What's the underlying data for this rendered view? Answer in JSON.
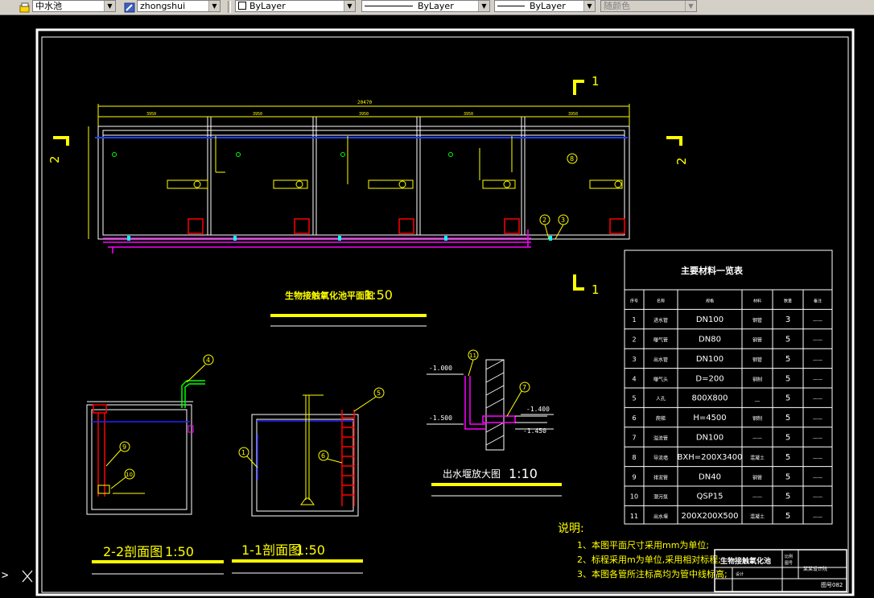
{
  "toolbar": {
    "layer_combo": {
      "value": "中水池"
    },
    "layer_filter_combo": {
      "value": "zhongshui"
    },
    "color_combo": {
      "value": "ByLayer"
    },
    "linetype_combo": {
      "value": "ByLayer"
    },
    "lineweight_combo": {
      "value": "ByLayer"
    },
    "plotstyle_combo": {
      "value": "随颜色"
    }
  },
  "command_line": {
    "prompt": ">"
  },
  "drawing": {
    "section_marks": {
      "left": "2",
      "right": "2",
      "top": "1",
      "bottom": "1"
    },
    "plan": {
      "title": "生物接触氧化池平面图",
      "scale": "1:50",
      "overall_dim": "20470",
      "bay_dims": [
        "3950",
        "3950",
        "3950",
        "3950",
        "3950"
      ],
      "callouts": [
        "8",
        "2",
        "3"
      ]
    },
    "section_22": {
      "title": "2-2剖面图",
      "scale": "1:50",
      "callouts": [
        "4",
        "9",
        "10"
      ]
    },
    "section_11": {
      "title": "1-1剖面图",
      "scale": "1:50",
      "callouts": [
        "1",
        "5",
        "6"
      ]
    },
    "detail": {
      "title": "出水堰放大图",
      "scale": "1:10",
      "callouts": [
        "11",
        "7"
      ],
      "levels": [
        "-1.000",
        "-1.500",
        "-1.400",
        "-1.450"
      ]
    },
    "table": {
      "title": "主要材料一览表",
      "headers": [
        "序号",
        "名称",
        "规格",
        "材料",
        "数量",
        "备注"
      ],
      "rows": [
        [
          "1",
          "进水管",
          "DN100",
          "钢管",
          "3",
          "——"
        ],
        [
          "2",
          "曝气管",
          "DN80",
          "钢管",
          "5",
          "——"
        ],
        [
          "3",
          "出水管",
          "DN100",
          "钢管",
          "5",
          "——"
        ],
        [
          "4",
          "曝气头",
          "D=200",
          "钢制",
          "5",
          "——"
        ],
        [
          "5",
          "人孔",
          "800X800",
          "__",
          "5",
          "——"
        ],
        [
          "6",
          "爬梯",
          "H=4500",
          "钢制",
          "5",
          "——"
        ],
        [
          "7",
          "溢流管",
          "DN100",
          "——",
          "5",
          "——"
        ],
        [
          "8",
          "导流墙",
          "BXH=200X3400",
          "混凝土",
          "5",
          "——"
        ],
        [
          "9",
          "排泥管",
          "DN40",
          "钢管",
          "5",
          "——"
        ],
        [
          "10",
          "潜污泵",
          "QSP15",
          "——",
          "5",
          "——"
        ],
        [
          "11",
          "出水堰",
          "200X200X500",
          "混凝土",
          "5",
          "——"
        ]
      ]
    },
    "notes": {
      "heading": "说明:",
      "items": [
        "1、本图平面尺寸采用mm为单位;",
        "2、标程采用m为单位,采用相对标程;",
        "3、本图各管所注标高均为管中线标高;"
      ]
    },
    "title_block": {
      "project": "生物接触氧化池",
      "label1": "比例",
      "label2": "图号",
      "company": "某某设计院",
      "drawn": "设计",
      "drawing_no": "图号082"
    }
  },
  "colors": {
    "canvas": "#000000",
    "frame": "#ffffff",
    "yellow": "#ffff00",
    "blue": "#0000ff",
    "magenta": "#ff00ff",
    "red": "#ff0000",
    "green": "#00ff00",
    "cyan": "#00ffff"
  }
}
